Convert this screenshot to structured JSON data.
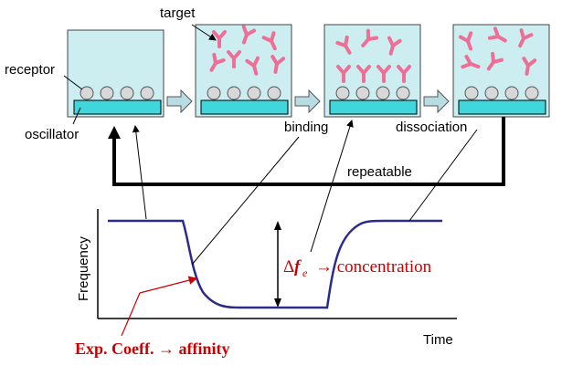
{
  "labels": {
    "target": "target",
    "receptor": "receptor",
    "oscillator": "oscillator",
    "binding": "binding",
    "dissociation": "dissociation",
    "repeatable": "repeatable",
    "frequency_axis": "Frequency",
    "time_axis": "Time",
    "delta_symbol": "Δ",
    "delta_var": "f",
    "delta_sub": "e",
    "concentration": "→ concentration",
    "exp_coeff": "Exp. Coeff. → affinity"
  },
  "colors": {
    "chamber_fill": "#cdeef0",
    "oscillator_fill": "#3fd6dc",
    "receptor_fill": "#d8d8d8",
    "target_color": "#ee6f96",
    "curve_color": "#2b2b8c",
    "annotation_red": "#cc0000",
    "arrow_fill": "#b7dde3"
  }
}
